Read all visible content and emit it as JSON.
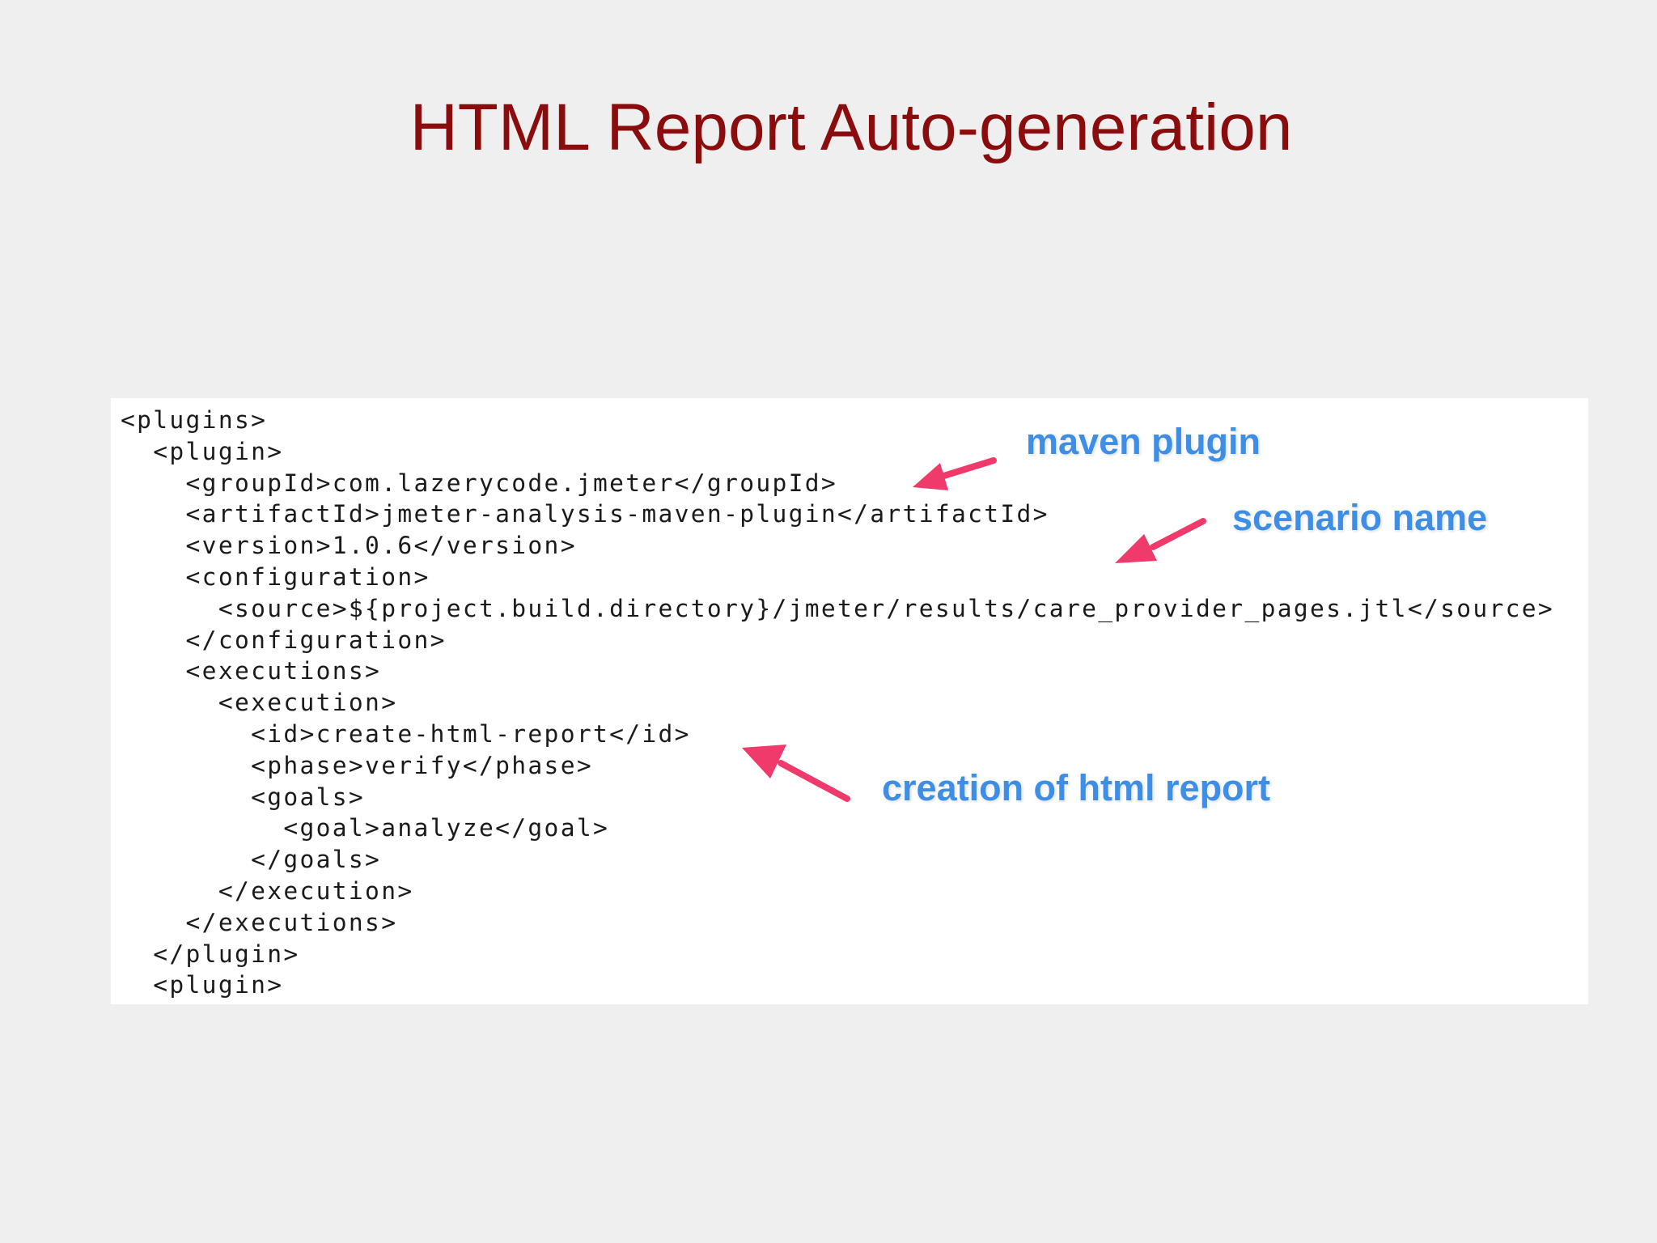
{
  "slide": {
    "title": "HTML Report Auto-generation"
  },
  "code": {
    "lines": [
      "<plugins>",
      "  <plugin>",
      "    <groupId>com.lazerycode.jmeter</groupId>",
      "    <artifactId>jmeter-analysis-maven-plugin</artifactId>",
      "    <version>1.0.6</version>",
      "    <configuration>",
      "      <source>${project.build.directory}/jmeter/results/care_provider_pages.jtl</source>",
      "    </configuration>",
      "    <executions>",
      "      <execution>",
      "        <id>create-html-report</id>",
      "        <phase>verify</phase>",
      "        <goals>",
      "          <goal>analyze</goal>",
      "        </goals>",
      "      </execution>",
      "    </executions>",
      "  </plugin>",
      "  <plugin>"
    ]
  },
  "annotations": {
    "maven_plugin": "maven plugin",
    "scenario_name": "scenario name",
    "html_report": "creation of html report"
  },
  "colors": {
    "title": "#8b0c0c",
    "annotation_text": "#3f8ee6",
    "arrow": "#f03a6b",
    "background": "#efeff0",
    "code_panel": "#ffffff"
  }
}
